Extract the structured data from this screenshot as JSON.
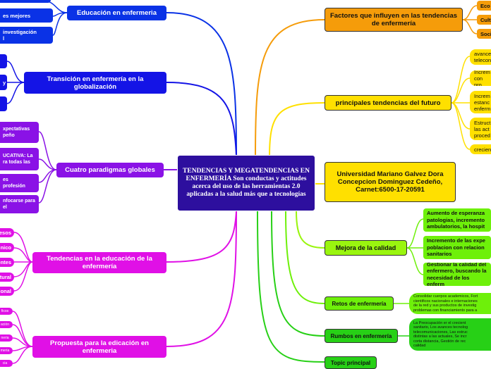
{
  "center": {
    "title": "TENDENCIAS Y MEGATENDENCIAS EN ENFERMERÍA Son conductas y actitudes acerca del uso de las herramientas 2.0 aplicadas a la salud más que a tecnologías"
  },
  "left_topics": {
    "educacion": {
      "label": "Educación en enfermeria",
      "children": [
        "",
        "es mejores",
        "investigación\nl"
      ]
    },
    "transicion": {
      "label": "Transición en enfermería en la globalización",
      "children": [
        "",
        "y",
        ""
      ]
    },
    "paradigmas": {
      "label": "Cuatro paradigmas globales",
      "children": [
        "xpectativas\npeño",
        "UCATIVA: La\nra todas las",
        "es\nprofesión",
        "nfocarse para\nel"
      ]
    },
    "tendencias_edu": {
      "label": "Tendencias en la educación de la enfermería",
      "children": [
        "esos",
        "nico",
        "entes",
        "tural",
        "ional"
      ]
    },
    "propuesta": {
      "label": "Propuesta para la edicación en enfermeria",
      "children": [
        "ficos",
        "ación",
        "neria",
        "meria",
        "cia"
      ]
    }
  },
  "right_topics": {
    "factores": {
      "label": "Factores que influyen en las tendencias de enfermería",
      "children": [
        "Eco",
        "Cultu",
        "Soci"
      ]
    },
    "principales": {
      "label": "principales tendencias del futuro",
      "children": [
        "avance\ntelecon",
        "Increm\ncon pro",
        "Increm\nestanc\nenferm",
        "Estruct\nlas act\nproced",
        "crecien"
      ]
    },
    "universidad": {
      "label": "Universidad Mariano Galvez    Dora Concepcion Dominguez Cedeño, Carnet:6500-17-20591"
    },
    "mejora": {
      "label": "Mejora de la calidad",
      "children": [
        "Aumento de esperanza\npatologias, incremento\nambulatorios, la hospit",
        "Incremento de las expe\npoblacion con relacion\nsanitarios",
        "Gestionar la calidad del\nenfermero, buscando la\nnecesidad de los enferm"
      ]
    },
    "retos": {
      "label": "Retos de enfermería",
      "note": "Consolidar cuerpos academicos, Fort\ncientificos nacionales e internaciones\nde la red y sus productos de investig\nproblemas con financiamiento para a"
    },
    "rumbos": {
      "label": "Rumbos en enfermería",
      "note": "La Preocupación er el crecient\nsanitario, Los avances tecnolog\ntelecomunicaciones, Las estruc\ndistintas a las actuales, Se incr\ncorta distancia, Gestión de rec\ncalidad"
    },
    "topic": {
      "label": "Topic principal"
    }
  },
  "colors": {
    "center": "#2d0f9e",
    "orange": "#f59c0a",
    "yellow": "#ffe000",
    "lime": "#6ef00a",
    "green": "#27d016",
    "blue": "#0a32e6",
    "purple": "#8a12e6",
    "magenta": "#e010e6"
  }
}
